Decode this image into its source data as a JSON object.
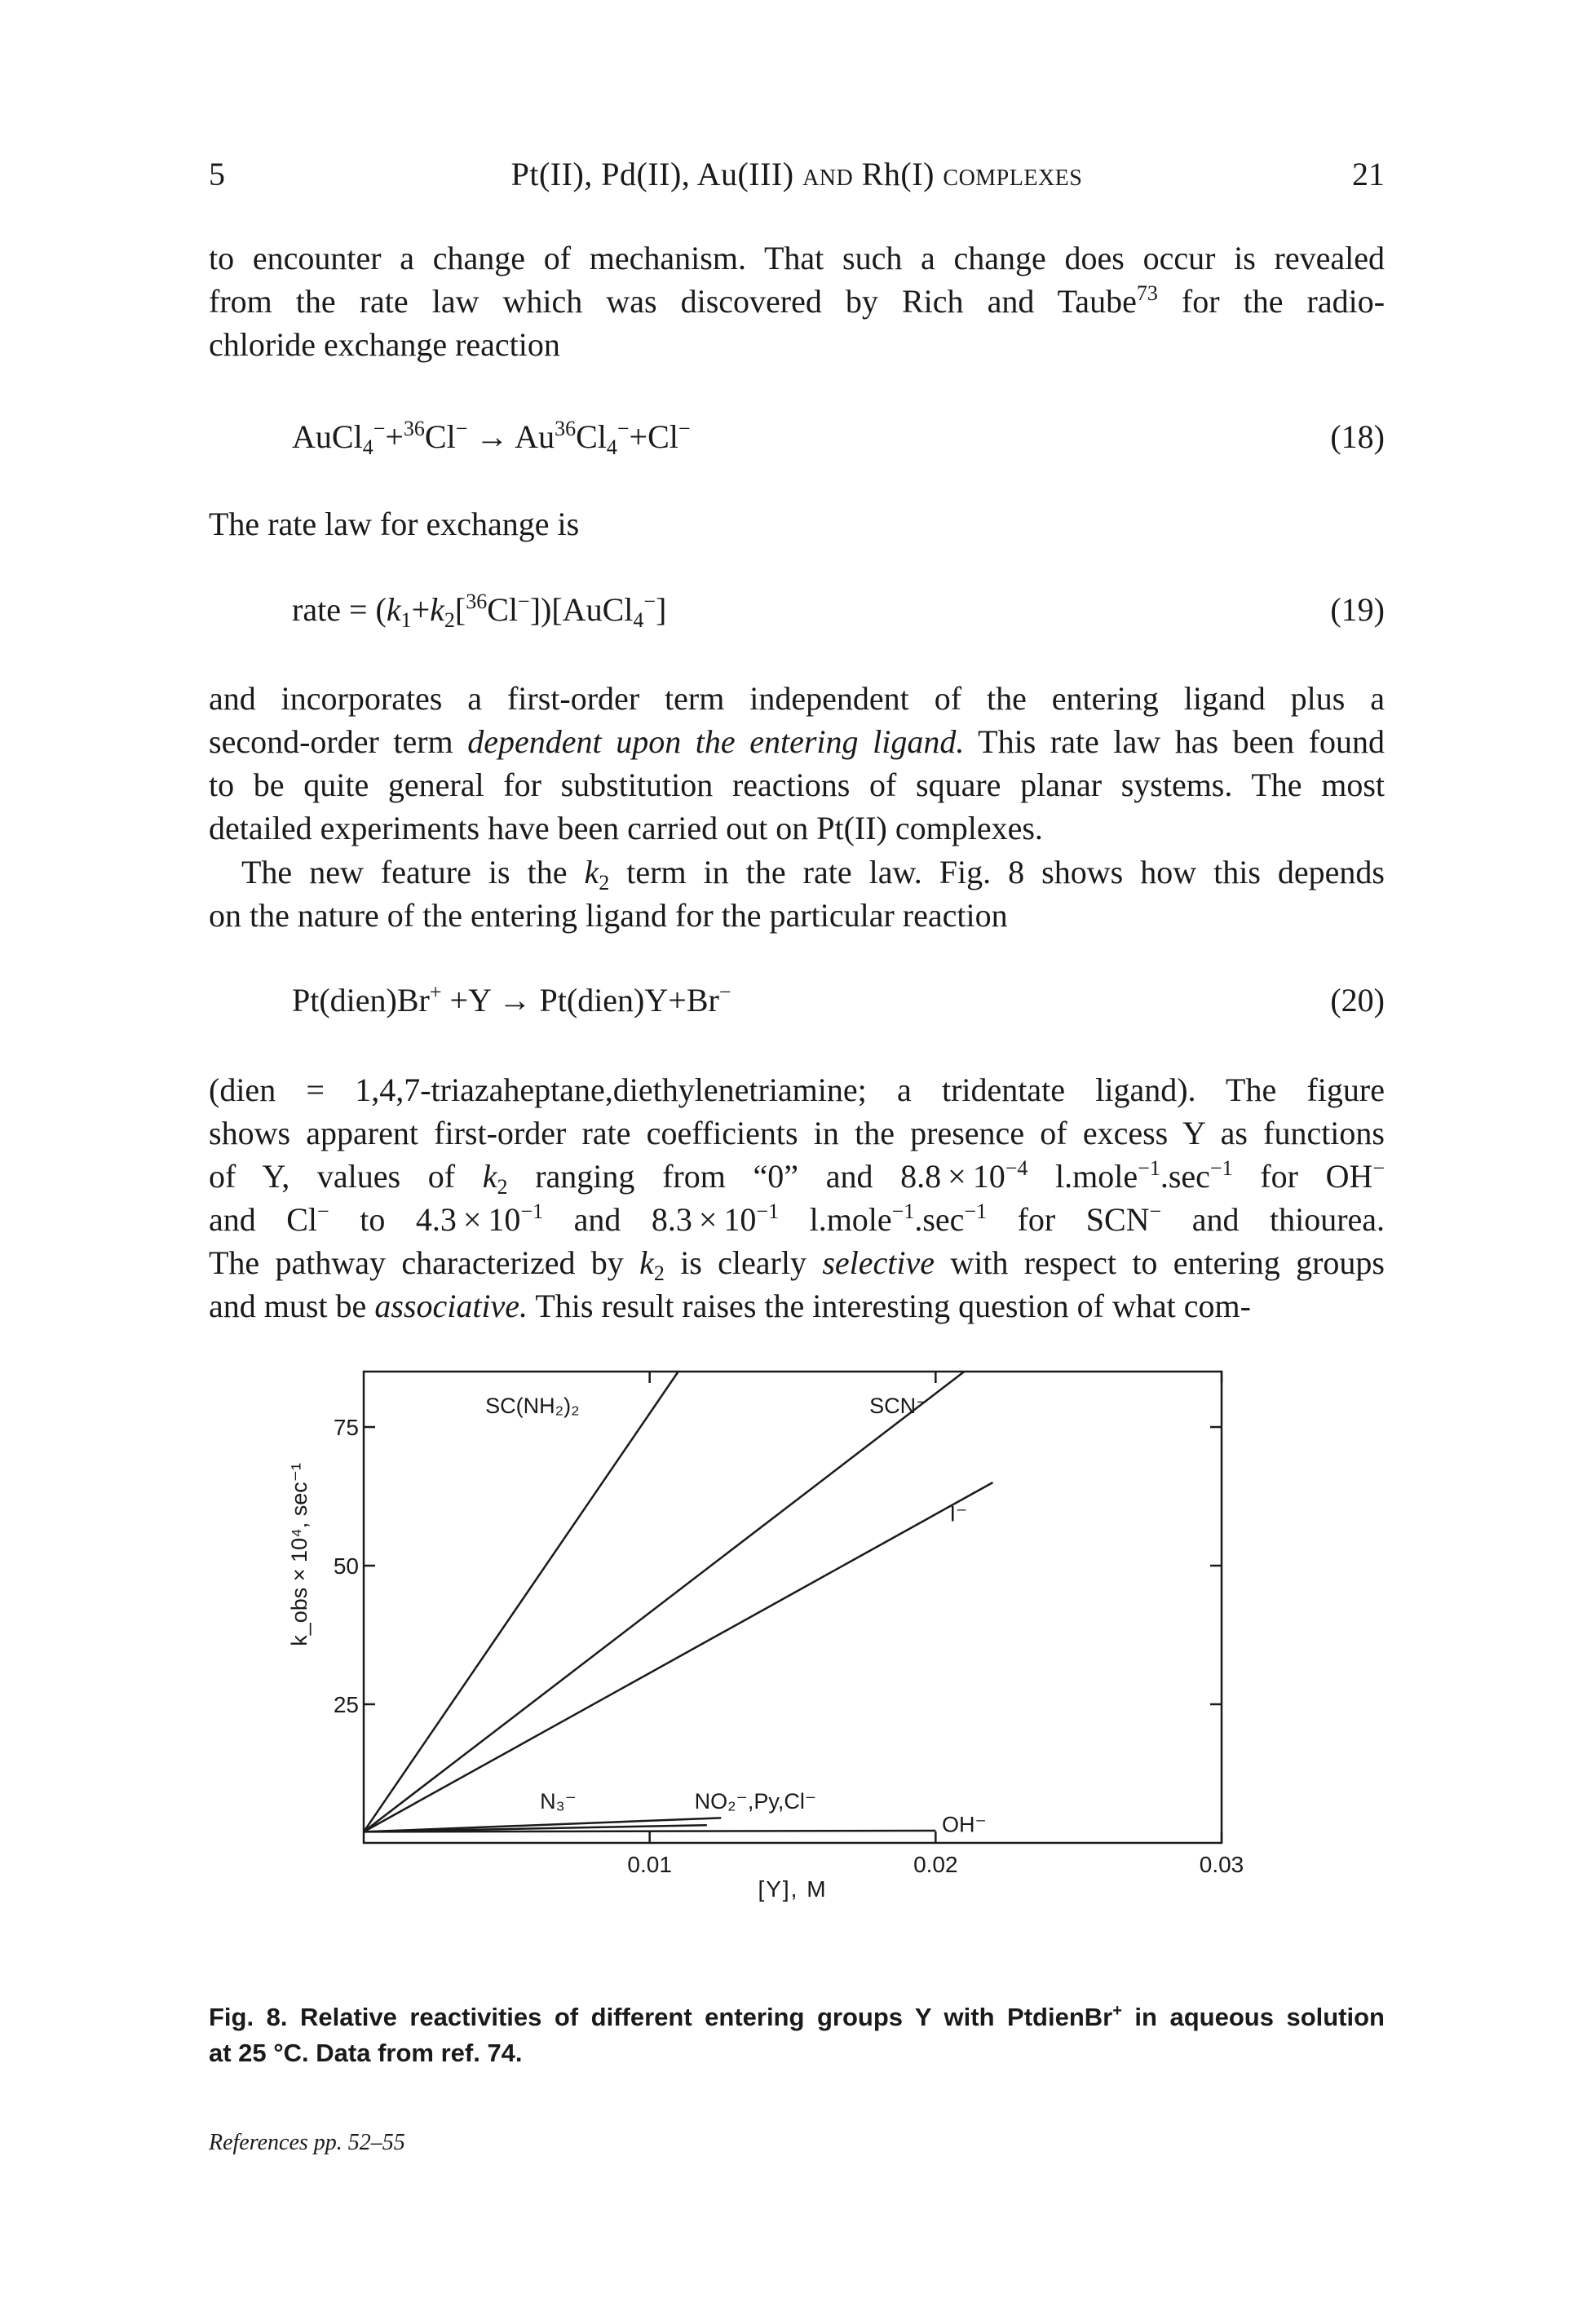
{
  "header": {
    "chapter": "5",
    "title": "Pt(II), Pd(II), Au(III) AND Rh(I) COMPLEXES",
    "page_number": "21"
  },
  "para1": [
    "to encounter a change of mechanism. That such a change does occur is revealed",
    "from the rate law which was discovered by Rich and Taube",
    "73",
    " for the radio-",
    "chloride exchange reaction"
  ],
  "eq18": {
    "number": "(18)"
  },
  "para_rate_intro": "The rate law for exchange is",
  "eq19": {
    "number": "(19)"
  },
  "para2": {
    "l1": "and incorporates a first-order term independent of the entering ligand plus a",
    "l2_a": "second-order term ",
    "l2_b": "dependent upon the entering ligand.",
    "l2_c": " This rate law has been found",
    "l3": "to be quite general for substitution reactions of square planar systems. The most",
    "l4": "detailed experiments have been carried out on Pt(II) complexes."
  },
  "para3": {
    "l1_a": "The new feature is the ",
    "l1_b": " term in the rate law. Fig. 8 shows how this depends",
    "l2": "on the nature of the entering ligand for the particular reaction"
  },
  "eq20": {
    "number": "(20)"
  },
  "para4": {
    "l1": "(dien = 1,4,7-triazaheptane,diethylenetriamine; a tridentate ligand). The figure",
    "l2": "shows apparent first-order rate coefficients in the presence of excess Y as functions",
    "l3_a": "of Y, values of ",
    "l3_b": " ranging from “0” and 8.8 × 10",
    "l3_c": " l.mole",
    "l3_d": ".sec",
    "l3_e": " for OH",
    "l4_a": "and Cl",
    "l4_b": " to 4.3 × 10",
    "l4_c": " and 8.3 × 10",
    "l4_d": " l.mole",
    "l4_e": ".sec",
    "l4_f": " for SCN",
    "l4_g": " and thiourea.",
    "l5_a": "The pathway characterized by ",
    "l5_b": " is clearly ",
    "l5_c": "selective",
    "l5_d": " with respect to entering groups",
    "l6_a": "and must be ",
    "l6_b": "associative.",
    "l6_c": " This result raises the interesting question of what com-"
  },
  "chart_data": {
    "type": "line",
    "xlabel": "[Y], M",
    "ylabel": "k_obs × 10⁴, sec⁻¹",
    "xlim": [
      0,
      0.03
    ],
    "ylim": [
      0,
      85
    ],
    "x_ticks": [
      "0.01",
      "0.02",
      "0.03"
    ],
    "y_ticks": [
      "25",
      "50",
      "75"
    ],
    "grid": false,
    "series": [
      {
        "name": "SC(NH2)2",
        "x": [
          0,
          0.011
        ],
        "y": [
          2,
          85
        ]
      },
      {
        "name": "SCN-",
        "x": [
          0,
          0.021
        ],
        "y": [
          2,
          85
        ]
      },
      {
        "name": "I-",
        "x": [
          0,
          0.022
        ],
        "y": [
          2,
          65
        ]
      },
      {
        "name": "N3-",
        "x": [
          0,
          0.0125
        ],
        "y": [
          2,
          4.5
        ]
      },
      {
        "name": "NO2-,Py,Cl-",
        "x": [
          0,
          0.012
        ],
        "y": [
          2,
          3.2
        ]
      },
      {
        "name": "OH-",
        "x": [
          0,
          0.02
        ],
        "y": [
          2,
          2.2
        ]
      }
    ]
  }
}
